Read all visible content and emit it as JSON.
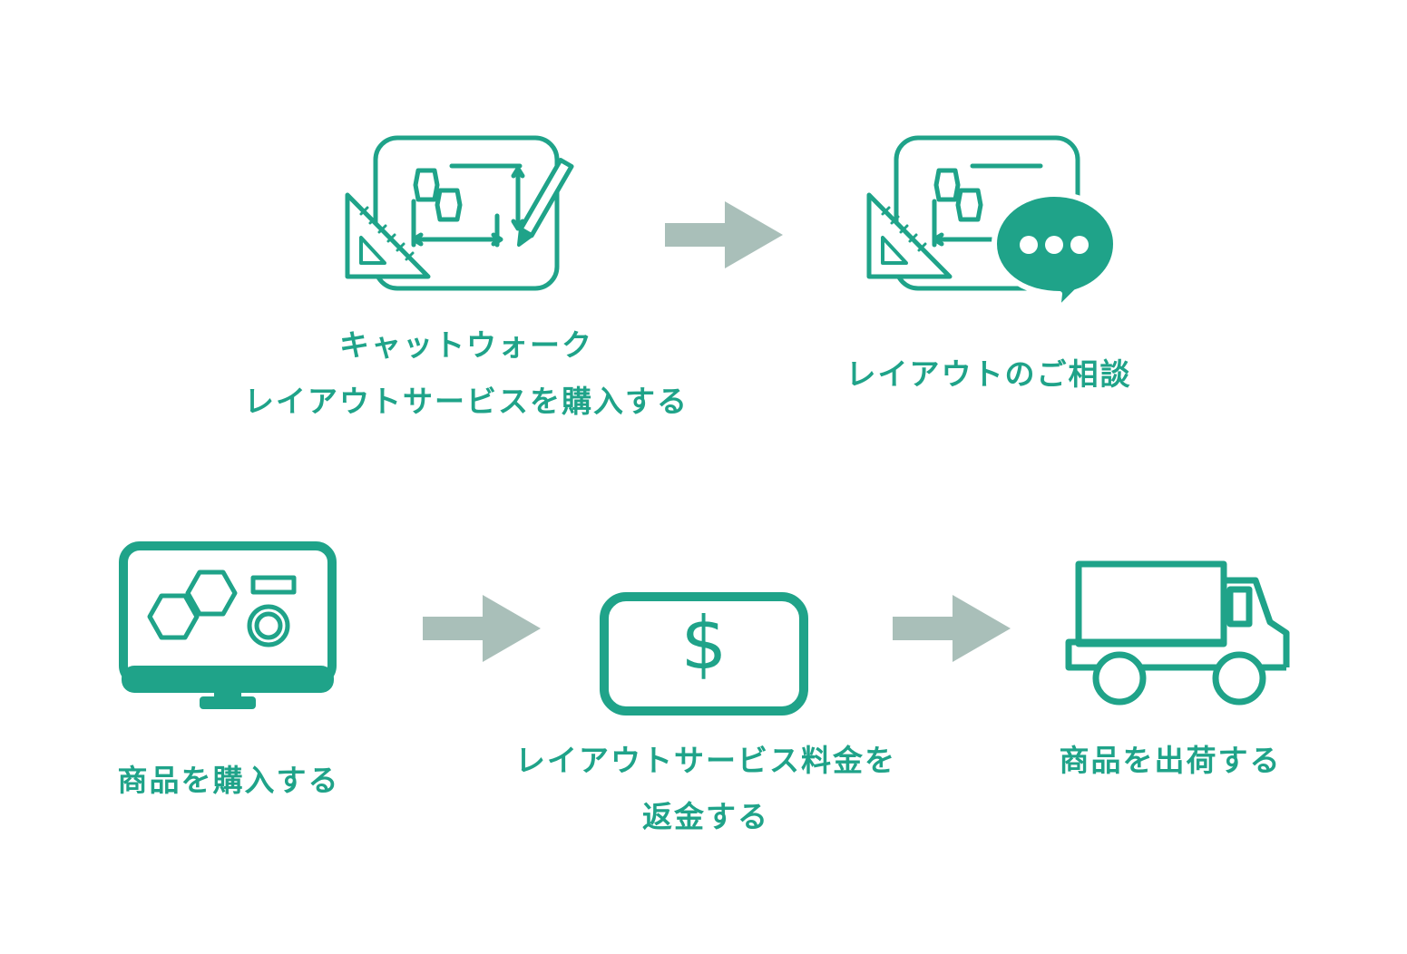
{
  "colors": {
    "accent": "#1fa389",
    "arrow": "#a9bfb9",
    "background": "#ffffff"
  },
  "steps": {
    "purchase_service": {
      "icon": "layout-drawing-icon",
      "label_line1": "キャットウォーク",
      "label_line2": "レイアウトサービスを購入する"
    },
    "consultation": {
      "icon": "layout-consultation-icon",
      "label": "レイアウトのご相談"
    },
    "purchase_product": {
      "icon": "monitor-icon",
      "label": "商品を購入する"
    },
    "refund": {
      "icon": "dollar-bill-icon",
      "label_line1": "レイアウトサービス料金を",
      "label_line2": "返金する",
      "symbol": "$"
    },
    "ship": {
      "icon": "delivery-truck-icon",
      "label": "商品を出荷する"
    }
  },
  "arrows": [
    "arrow-right-icon",
    "arrow-right-icon",
    "arrow-right-icon"
  ]
}
